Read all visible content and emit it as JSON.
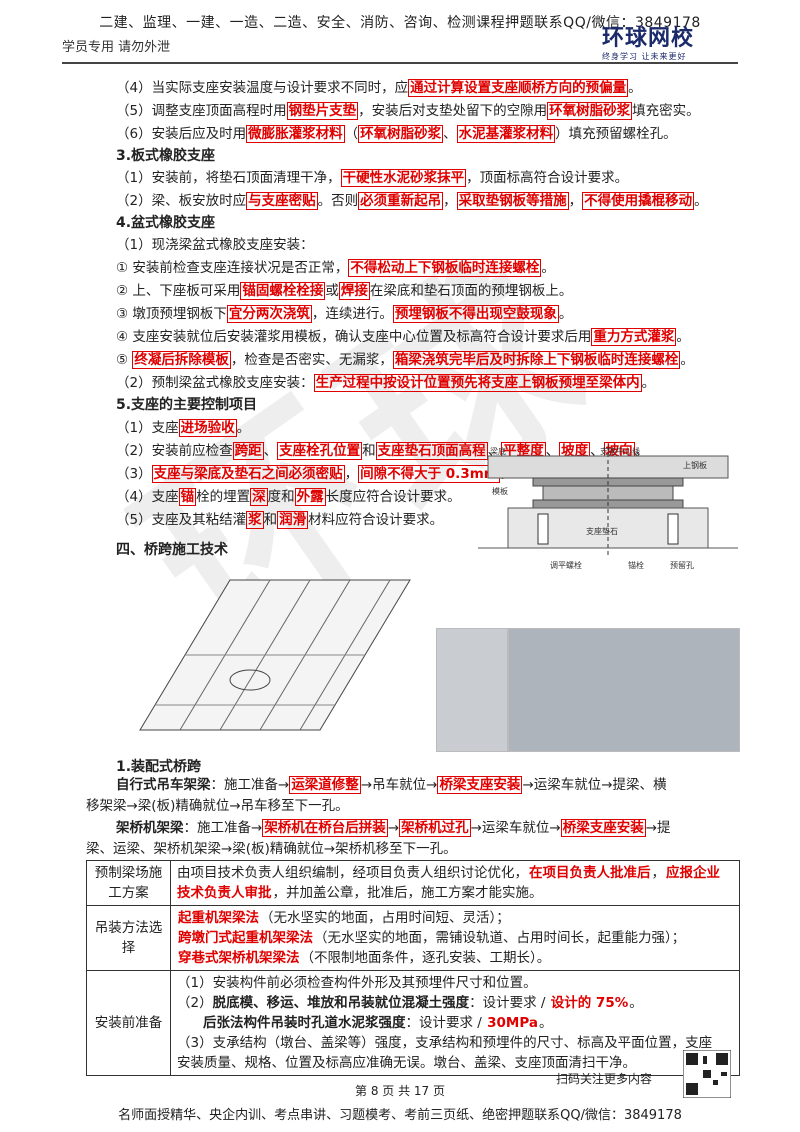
{
  "header": {
    "banner": "二建、监理、一建、一造、二造、安全、消防、咨询、检测课程押题联系QQ/微信：3849178",
    "sub": "学员专用 请勿外泄",
    "logo_main": "环球网校",
    "logo_sub": "终身学习 让未来更好"
  },
  "items": {
    "l4_pre": "（4）当实际支座安装温度与设计要求不同时，应",
    "l4_red": "通过计算设置支座顺桥方向的预偏量",
    "l4_post": "。",
    "l5_pre": "（5）调整支座顶面高程时用",
    "l5_red1": "钢垫片支垫",
    "l5_mid": "，安装后对支垫处留下的空隙用",
    "l5_red2": "环氧树脂砂浆",
    "l5_post": "填充密实。",
    "l6_pre": "（6）安装后应及时用",
    "l6_red1": "微膨胀灌浆材料",
    "l6_mid1": "（",
    "l6_red2": "环氧树脂砂浆",
    "l6_mid2": "、",
    "l6_red3": "水泥基灌浆材料",
    "l6_post": "）填充预留螺栓孔。",
    "h3": "3.板式橡胶支座",
    "b1_pre": "（1）安装前，将垫石顶面清理干净，",
    "b1_red": "干硬性水泥砂浆抹平",
    "b1_post": "，顶面标高符合设计要求。",
    "b2_pre": "（2）梁、板安放时应",
    "b2_red1": "与支座密贴",
    "b2_mid1": "。否则",
    "b2_red2": "必须重新起吊",
    "b2_mid2": "，",
    "b2_red3": "采取垫钢板等措施",
    "b2_mid3": "，",
    "b2_red4": "不得使用撬棍移动",
    "b2_post": "。",
    "h4": "4.盆式橡胶支座",
    "p1": "（1）现浇梁盆式橡胶支座安装：",
    "c1_pre": "① 安装前检查支座连接状况是否正常，",
    "c1_red": "不得松动上下钢板临时连接螺栓",
    "c1_post": "。",
    "c2_pre": "② 上、下座板可采用",
    "c2_red1": "锚固螺栓栓接",
    "c2_mid": "或",
    "c2_red2": "焊接",
    "c2_post": "在梁底和垫石顶面的预埋钢板上。",
    "c3_pre": "③ 墩顶预埋钢板下",
    "c3_red1": "宜分两次浇筑",
    "c3_mid": "，连续进行。",
    "c3_red2": "预埋钢板不得出现空鼓现象",
    "c3_post": "。",
    "c4_pre": "④ 支座安装就位后安装灌浆用模板，确认支座中心位置及标高符合设计要求后用",
    "c4_red": "重力方式灌浆",
    "c4_post": "。",
    "c5_pre": "⑤ ",
    "c5_red1": "终凝后拆除模板",
    "c5_mid": "，检查是否密实、无漏浆，",
    "c5_red2": "箱梁浇筑完毕后及时拆除上下钢板临时连接螺栓",
    "c5_post": "。",
    "p2_pre": "（2）预制梁盆式橡胶支座安装：",
    "p2_red": "生产过程中按设计位置预先将支座上钢板预埋至梁体内",
    "p2_post": "。",
    "h5": "5.支座的主要控制项目",
    "k1_pre": "（1）支座",
    "k1_red": "进场验收",
    "k1_post": "。",
    "k2_pre": "（2）安装前应检查",
    "k2_red1": "跨距",
    "k2_s1": "、",
    "k2_red2": "支座栓孔位置",
    "k2_s2": "和",
    "k2_red3": "支座垫石顶面高程",
    "k2_s3": "、",
    "k2_red4": "平整度",
    "k2_s4": "、",
    "k2_red5": "坡度",
    "k2_s5": "、",
    "k2_red6": "坡向",
    "k2_post": "。",
    "k3_pre": "（3）",
    "k3_red1": "支座与梁底及垫石之间必须密贴",
    "k3_mid": "，",
    "k3_red2": "间隙不得大于 0.3mm",
    "k3_post": "。",
    "k4_pre": "（4）支座",
    "k4_red1": "锚",
    "k4_m1": "栓的埋置",
    "k4_red2": "深",
    "k4_m2": "度和",
    "k4_red3": "外露",
    "k4_post": "长度应符合设计要求。",
    "k5_pre": "（5）支座及其粘结灌",
    "k5_red1": "浆",
    "k5_m1": "和",
    "k5_red2": "润滑",
    "k5_post": "材料应符合设计要求。"
  },
  "figures": {
    "bearing_top": "支座中心线",
    "bearing_l": "梁底",
    "bearing_r": "上钢板",
    "bearing_mid": "模板",
    "bearing_s1": "支座垫石",
    "bearing_s2": "调平螺栓",
    "bearing_s3": "锚栓",
    "bearing_s4": "预留孔"
  },
  "section4": {
    "title": "四、桥跨施工技术",
    "sub1": "1.装配式桥跨",
    "a_label": "自行式吊车架梁",
    "a_pre": "：施工准备→",
    "a_red1": "运梁道修整",
    "a_mid1": "→吊车就位→",
    "a_red2": "桥梁支座安装",
    "a_post1": "→运梁车就位→提梁、横",
    "a_line2": "移架梁→梁(板)精确就位→吊车移至下一孔。",
    "b_label": "架桥机架梁",
    "b_pre": "：施工准备→",
    "b_red1": "架桥机在桥台后拼装",
    "b_mid1": "→",
    "b_red2": "架桥机过孔",
    "b_mid2": "→运梁车就位→",
    "b_red3": "桥梁支座安装",
    "b_post1": "→提",
    "b_line2": "梁、运梁、架桥机架梁→梁(板)精确就位→架桥机移至下一孔。"
  },
  "table": {
    "r1_h": "预制梁场施工方案",
    "r1_pre": "由项目技术负责人组织编制，经项目负责人组织讨论优化，",
    "r1_red1": "在项目负责人批准后",
    "r1_mid": "，",
    "r1_red2": "应报企业技术负责人审批",
    "r1_post": "，并加盖公章，批准后，施工方案才能实施。",
    "r2_h": "吊装方法选择",
    "r2_a_red": "起重机架梁法",
    "r2_a": "（无水坚实的地面，占用时间短、灵活）；",
    "r2_b_red": "跨墩门式起重机架梁法",
    "r2_b": "（无水坚实的地面，需铺设轨道、占用时间长，起重能力强）；",
    "r2_c_red": "穿巷式架桥机架梁法",
    "r2_c": "（不限制地面条件，逐孔安装、工期长）。",
    "r3_h": "安装前准备",
    "r3_a": "（1）安装构件前必须检查构件外形及其预埋件尺寸和位置。",
    "r3_b_pre": "（2）",
    "r3_b_bold": "脱底模、移运、堆放和吊装就位混凝土强度",
    "r3_b_mid": "：设计要求 / ",
    "r3_b_red": "设计的 75%",
    "r3_b_post": "。",
    "r3_c_bold": "后张法构件吊装时孔道水泥浆强度",
    "r3_c_mid": "：设计要求 / ",
    "r3_c_red": "30MPa",
    "r3_c_post": "。",
    "r3_d": "（3）支承结构（墩台、盖梁等）强度，支承结构和预埋件的尺寸、标高及平面位置，支座",
    "r3_e": "安装质量、规格、位置及标高应准确无误。墩台、盖梁、支座顶面清扫干净。"
  },
  "footer": {
    "qr_text": "扫码关注更多内容",
    "page": "第 8 页 共 17 页",
    "banner": "名师面授精华、央企内训、考点串讲、习题模考、考前三页纸、绝密押题联系QQ/微信：3849178"
  }
}
